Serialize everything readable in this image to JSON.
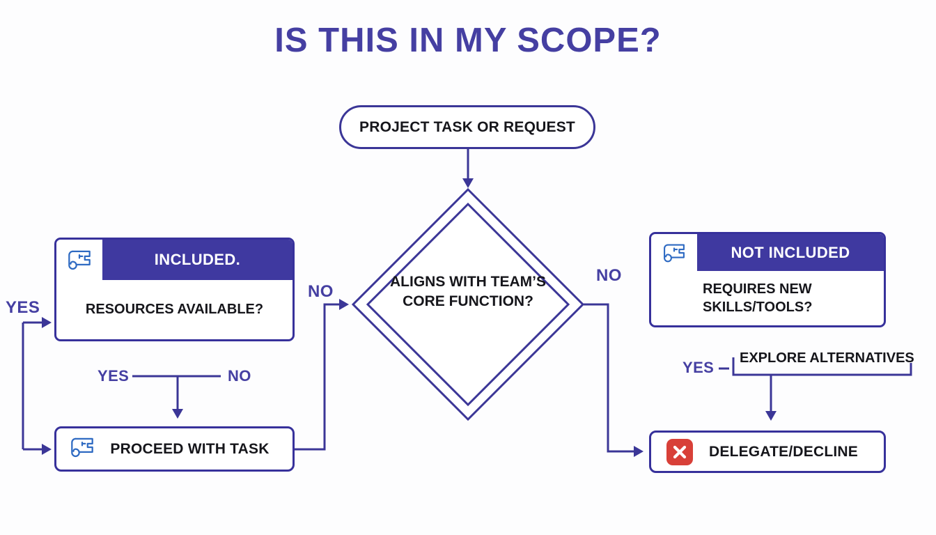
{
  "title": "IS THIS IN MY SCOPE?",
  "colors": {
    "indigo_stroke": "#3b3697",
    "header_purple": "#3f39a0",
    "title_purple": "#453fa2",
    "icon_blue": "#2e6ac2",
    "danger_red": "#d84038",
    "text_black": "#16161b"
  },
  "nodes": {
    "start": {
      "label": "PROJECT TASK OR REQUEST"
    },
    "decision": {
      "label": "ALIGNS WITH TEAM’S CORE FUNCTION?"
    },
    "included": {
      "header": "INCLUDED.",
      "question": "RESOURCES AVAILABLE?",
      "icon": "blueprint-scroll-icon"
    },
    "not_included": {
      "header": "NOT INCLUDED",
      "question": "REQUIRES NEW SKILLS/TOOLS?",
      "icon": "blueprint-scroll-icon"
    },
    "proceed": {
      "label": "PROCEED WITH TASK",
      "icon": "blueprint-scroll-icon"
    },
    "explore": {
      "label": "EXPLORE ALTERNATIVES"
    },
    "delegate": {
      "label": "DELEGATE/DECLINE",
      "icon": "red-x-icon"
    }
  },
  "edge_labels": {
    "far_left_yes": "YES",
    "mid_left_yes": "YES",
    "mid_left_no": "NO",
    "diamond_left_no": "NO",
    "diamond_right_no": "NO",
    "right_yes": "YES"
  }
}
